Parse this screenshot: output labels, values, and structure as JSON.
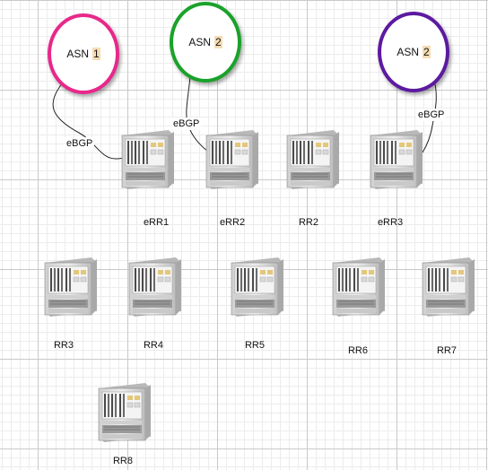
{
  "asn_nodes": [
    {
      "id": "asn-1",
      "prefix": "ASN",
      "number": "1",
      "color": "#e8288a"
    },
    {
      "id": "asn-2a",
      "prefix": "ASN",
      "number": "2",
      "color": "#1aa22a"
    },
    {
      "id": "asn-2b",
      "prefix": "ASN",
      "number": "2",
      "color": "#5d1aa0"
    }
  ],
  "edge_labels": [
    "eBGP",
    "eBGP",
    "eBGP"
  ],
  "routers": [
    "eRR1",
    "eRR2",
    "RR2",
    "eRR3",
    "RR3",
    "RR4",
    "RR5",
    "RR6",
    "RR7",
    "RR8"
  ],
  "icons": {
    "asn": "circle",
    "router": "router-chassis-icon"
  }
}
